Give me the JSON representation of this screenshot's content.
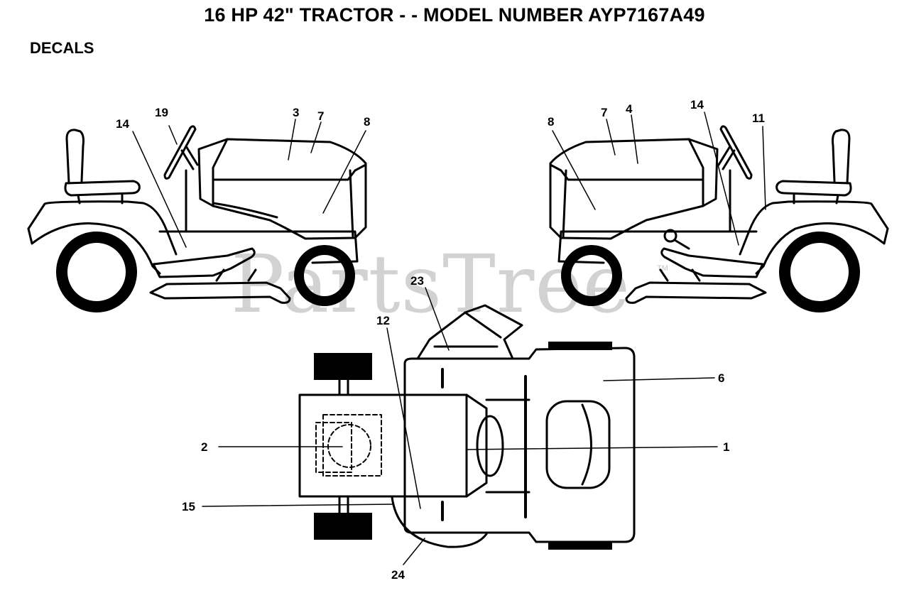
{
  "page": {
    "title": "16 HP 42\" TRACTOR - - MODEL NUMBER AYP7167A49",
    "section": "DECALS"
  },
  "watermark": {
    "text": "PartsTree",
    "tm": "TM"
  },
  "callouts": {
    "c19": "19",
    "c14_left": "14",
    "c3": "3",
    "c7_left": "7",
    "c8_left": "8",
    "c8_right": "8",
    "c7_right": "7",
    "c4": "4",
    "c14_right": "14",
    "c11": "11",
    "c23": "23",
    "c12": "12",
    "c6": "6",
    "c2": "2",
    "c1": "1",
    "c15": "15",
    "c24": "24"
  }
}
